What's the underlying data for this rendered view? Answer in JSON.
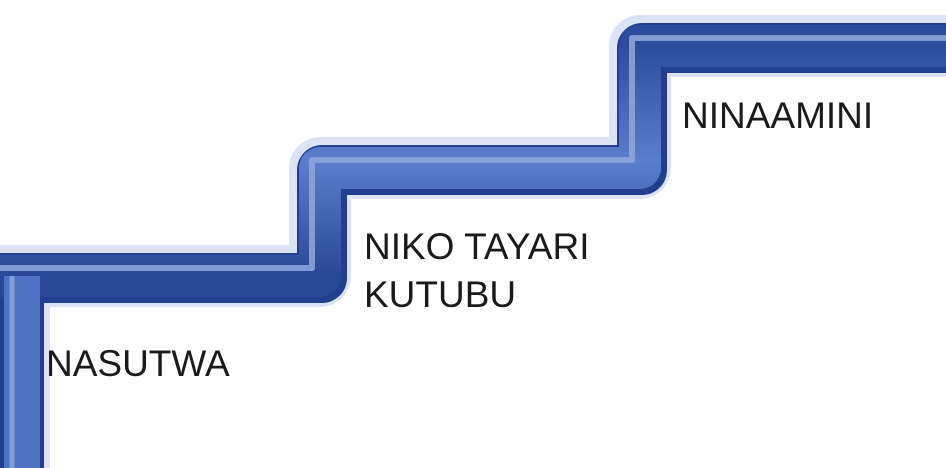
{
  "diagram": {
    "type": "staircase",
    "steps": [
      {
        "lines": [
          "NASUTWA"
        ]
      },
      {
        "lines": [
          "NIKO TAYARI",
          "KUTUBU"
        ]
      },
      {
        "lines": [
          "NINAAMINI"
        ]
      }
    ],
    "colors": {
      "stair_fill": "#4f73c4",
      "stair_dark": "#213f8e",
      "stair_light": "#c3d0ec",
      "background": "#ffffff",
      "text": "#1a1a1a"
    }
  }
}
